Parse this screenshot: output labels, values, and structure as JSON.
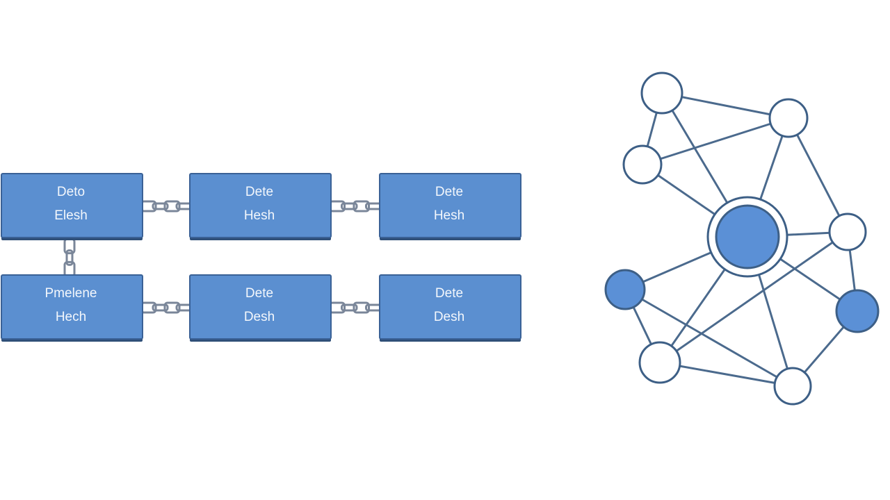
{
  "colors": {
    "block_fill": "#5b8fd0",
    "block_shadow": "#2f4f78",
    "block_border": "#3a6196",
    "chain": "#7a8699",
    "node_stroke": "#3d5f86",
    "node_fill_filled": "#5b90d6",
    "node_fill_empty": "#ffffff",
    "edge": "#4b6a8d",
    "background": "#ffffff"
  },
  "blocks": [
    {
      "line1": "Deto",
      "line2": "Elesh"
    },
    {
      "line1": "Dete",
      "line2": "Hesh"
    },
    {
      "line1": "Dete",
      "line2": "Hesh"
    },
    {
      "line1": "Pmelene",
      "line2": "Hech"
    },
    {
      "line1": "Dete",
      "line2": "Desh"
    },
    {
      "line1": "Dete",
      "line2": "Desh"
    }
  ],
  "chain_links": [
    {
      "from": 0,
      "to": 1
    },
    {
      "from": 1,
      "to": 2
    },
    {
      "from": 0,
      "to": 3
    },
    {
      "from": 3,
      "to": 4
    },
    {
      "from": 4,
      "to": 5
    }
  ],
  "network": {
    "nodes": [
      {
        "id": "top",
        "filled": false
      },
      {
        "id": "upper-right",
        "filled": false
      },
      {
        "id": "upper-left",
        "filled": false
      },
      {
        "id": "hub",
        "filled": true,
        "ringed": true
      },
      {
        "id": "right",
        "filled": false
      },
      {
        "id": "left-filled",
        "filled": true
      },
      {
        "id": "right-filled",
        "filled": true
      },
      {
        "id": "bottom-left",
        "filled": false
      },
      {
        "id": "bottom-right",
        "filled": false
      }
    ],
    "edges": [
      [
        "top",
        "upper-right"
      ],
      [
        "top",
        "upper-left"
      ],
      [
        "top",
        "hub"
      ],
      [
        "upper-left",
        "upper-right"
      ],
      [
        "upper-left",
        "hub"
      ],
      [
        "upper-right",
        "hub"
      ],
      [
        "upper-right",
        "right"
      ],
      [
        "hub",
        "right"
      ],
      [
        "hub",
        "left-filled"
      ],
      [
        "hub",
        "right-filled"
      ],
      [
        "hub",
        "bottom-left"
      ],
      [
        "hub",
        "bottom-right"
      ],
      [
        "left-filled",
        "bottom-left"
      ],
      [
        "left-filled",
        "bottom-right"
      ],
      [
        "right",
        "right-filled"
      ],
      [
        "right",
        "bottom-left"
      ],
      [
        "right-filled",
        "bottom-right"
      ],
      [
        "bottom-left",
        "bottom-right"
      ]
    ]
  }
}
